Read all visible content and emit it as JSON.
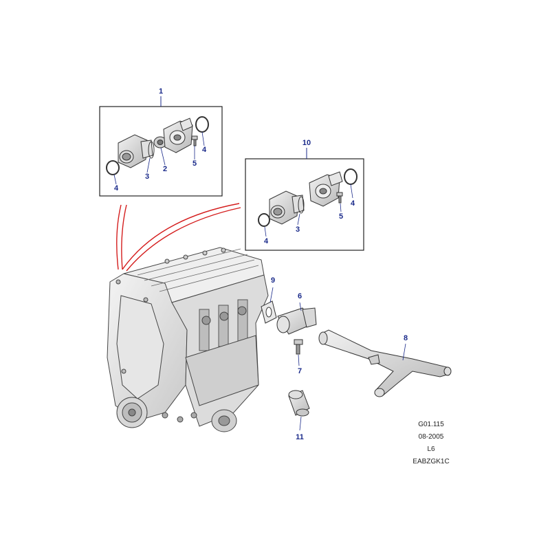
{
  "callouts": {
    "c1": "1",
    "c2": "2",
    "c3a": "3",
    "c3b": "3",
    "c4a": "4",
    "c4b": "4",
    "c4c": "4",
    "c4d": "4",
    "c5a": "5",
    "c5b": "5",
    "c6": "6",
    "c7": "7",
    "c8": "8",
    "c9": "9",
    "c10": "10",
    "c11": "11"
  },
  "reference": {
    "code": "G01.115",
    "date": "08-2005",
    "level": "L6",
    "drawing_id": "EABZGK1C"
  },
  "colors": {
    "callout_text": "#1a2a8a",
    "leader_line": "#1a2a8a",
    "group_line": "#d41c1c",
    "part_stroke": "#333333"
  }
}
